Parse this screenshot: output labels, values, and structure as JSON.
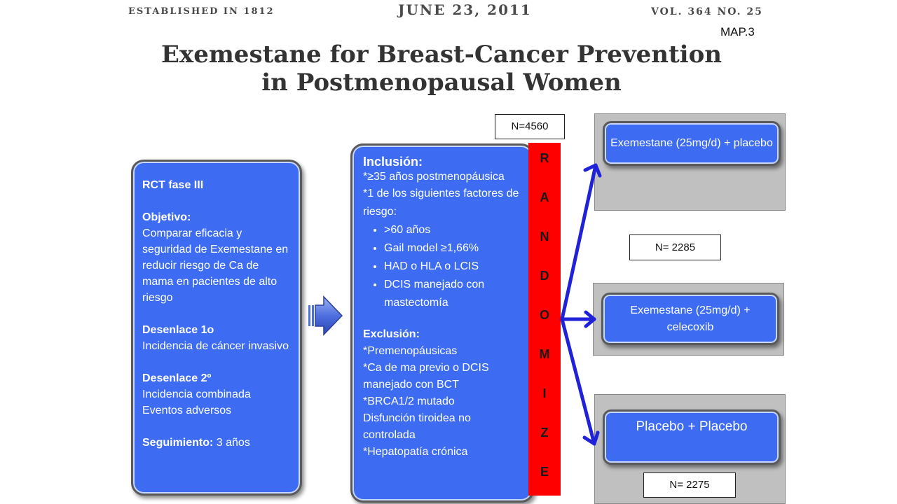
{
  "masthead": {
    "left": "ESTABLISHED IN 1812",
    "center": "JUNE 23, 2011",
    "right": "VOL. 364   NO. 25"
  },
  "map_label": "MAP.3",
  "title": {
    "line1": "Exemestane for Breast-Cancer Prevention",
    "line2": "in Postmenopausal Women"
  },
  "design_box": {
    "type": "RCT fase III",
    "objective_label": "Objetivo:",
    "objective_text": "Comparar eficacia y seguridad de Exemestane en reducir riesgo de Ca de mama en pacientes de alto riesgo",
    "primary_label": "Desenlace 1o",
    "primary_text": "Incidencia de cáncer invasivo",
    "secondary_label": "Desenlace 2º",
    "secondary_line1": "Incidencia combinada",
    "secondary_line2": "Eventos adversos",
    "followup_label": "Seguimiento:",
    "followup_value": " 3 años"
  },
  "criteria_box": {
    "inclusion_label": "Inclusión:",
    "inclusion_line1": "*≥35 años postmenopáusica",
    "inclusion_line2": "*1 de los siguientes factores de riesgo:",
    "risk_factors": [
      ">60 años",
      "Gail model ≥1,66%",
      "HAD o HLA o LCIS",
      "DCIS manejado con mastectomía"
    ],
    "exclusion_label": "Exclusión:",
    "exclusion_items": [
      "*Premenopáusicas",
      "*Ca de ma previo o DCIS manejado con BCT",
      "*BRCA1/2 mutado",
      "Disfunción tiroidea no controlada",
      "*Hepatopatía crónica"
    ]
  },
  "randomize_letters": [
    "R",
    "A",
    "N",
    "D",
    "O",
    "M",
    "I",
    "Z",
    "E"
  ],
  "n_total": "N=4560",
  "arms": [
    {
      "label": "Exemestane  (25mg/d) + placebo"
    },
    {
      "label": "Exemestane  (25mg/d) + celecoxib"
    },
    {
      "label": "Placebo + Placebo"
    }
  ],
  "n_labels": {
    "middle": "N= 2285",
    "bottom": "N= 2275"
  },
  "colors": {
    "box_blue": "#3d6cf2",
    "randomize_red": "#ff0000",
    "arrow_blue": "#1f22d6",
    "panel_grey": "#c0c0c0"
  }
}
